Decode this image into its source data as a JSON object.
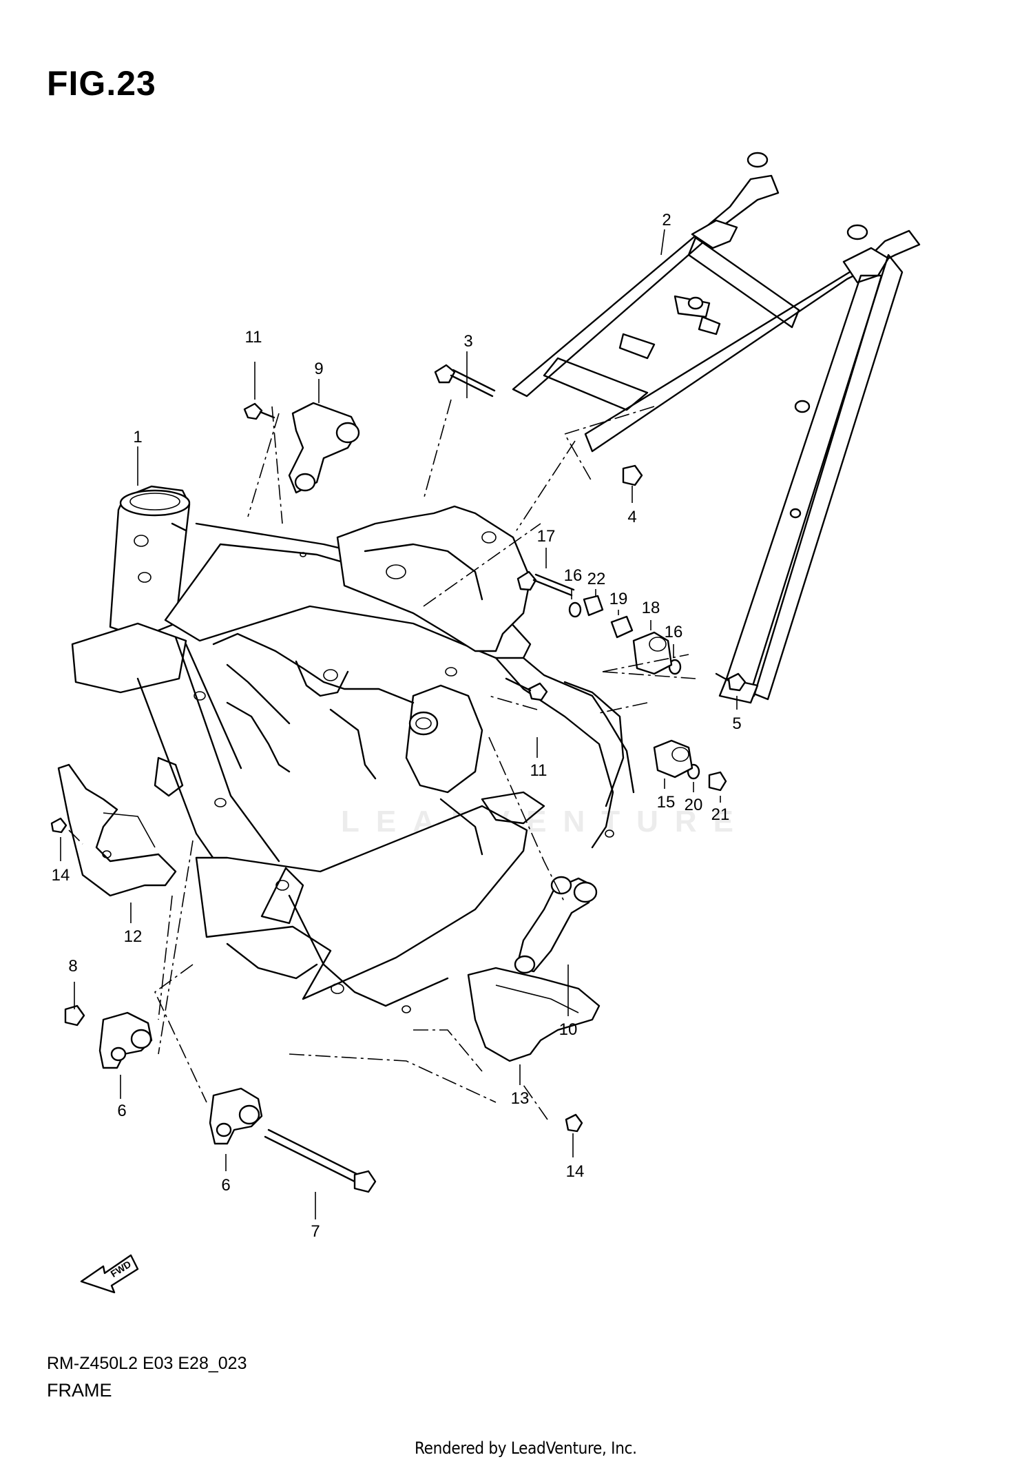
{
  "figure": {
    "title": "FIG.23",
    "model_code": "RM-Z450L2 E03 E28_023",
    "section_name": "FRAME",
    "render_credit": "Rendered by LeadVenture, Inc.",
    "watermark": "LEADVENTURE",
    "fwd_label": "FWD"
  },
  "callouts": {
    "c1": "1",
    "c2": "2",
    "c3": "3",
    "c4": "4",
    "c5": "5",
    "c6a": "6",
    "c6b": "6",
    "c7": "7",
    "c8": "8",
    "c9": "9",
    "c10": "10",
    "c11a": "11",
    "c11b": "11",
    "c12": "12",
    "c13": "13",
    "c14a": "14",
    "c14b": "14",
    "c15": "15",
    "c16a": "16",
    "c16b": "16",
    "c17": "17",
    "c18": "18",
    "c19": "19",
    "c20": "20",
    "c21": "21",
    "c22": "22"
  }
}
